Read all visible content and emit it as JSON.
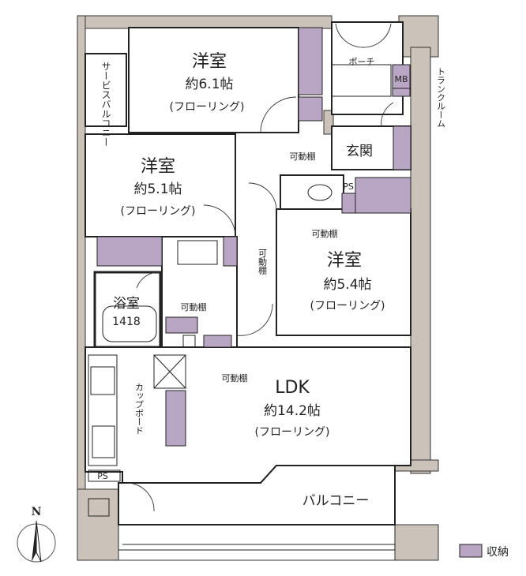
{
  "title": "間取り図",
  "rooms": {
    "western1": {
      "name": "洋室",
      "size": "約6.1帖",
      "floor": "(フローリング)"
    },
    "western2": {
      "name": "洋室",
      "size": "約5.1帖",
      "floor": "(フローリング)"
    },
    "western3": {
      "name": "洋室",
      "size": "約5.4帖",
      "floor": "(フローリング)"
    },
    "ldk": {
      "name": "LDK",
      "size": "約14.2帖",
      "floor": "(フローリング)"
    },
    "bath": {
      "name": "浴室",
      "size": "1418"
    },
    "entrance": "玄関",
    "porch": "ポーチ",
    "balcony": "バルコニー",
    "service_balcony": "サービスバルコニー",
    "trunk_room": "トランクルーム",
    "cupboard": "カップボード",
    "mb": "MB",
    "ps": "PS"
  },
  "shelves": {
    "s1": "可動棚",
    "s2": "可動棚",
    "s3": "可動棚",
    "s4": "可動棚",
    "s5": "可動棚"
  },
  "compass": {
    "north": "N"
  },
  "legend": {
    "storage_label": "収納",
    "storage_color": "#b9a6c4",
    "wall_color": "#cbc2b9"
  }
}
